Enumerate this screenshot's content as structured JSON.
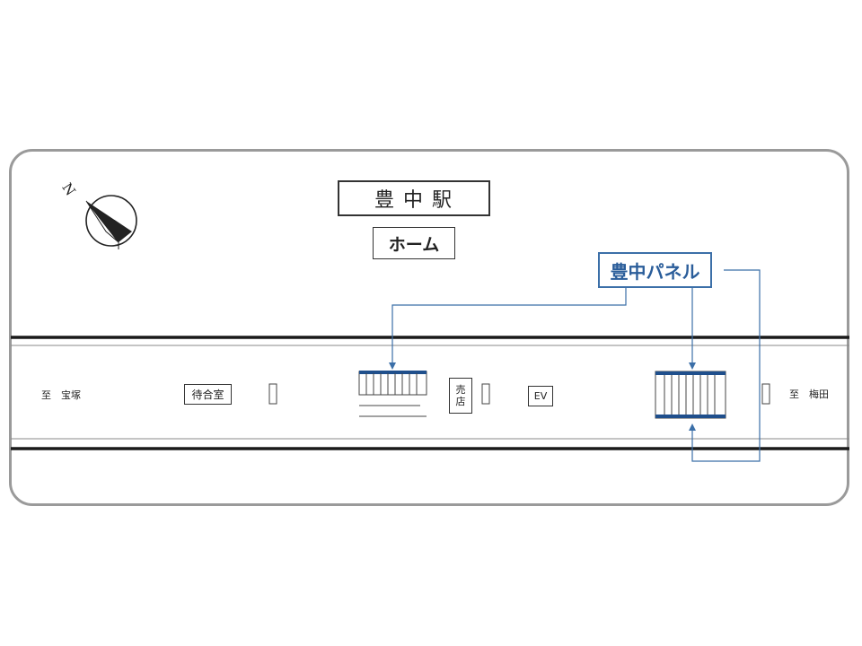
{
  "station": {
    "name": "豊中駅",
    "area": "ホーム"
  },
  "panel": {
    "label": "豊中パネル",
    "color": "#2a5d9a"
  },
  "facilities": {
    "waiting_room": "待合室",
    "kiosk_top": "売",
    "kiosk_bottom": "店",
    "elevator": "EV"
  },
  "directions": {
    "west": "至　宝塚",
    "east": "至　梅田"
  },
  "compass": {
    "north_label": "N"
  },
  "colors": {
    "rail": "#1a1a1a",
    "frame": "#9a9a9a",
    "accent_blue": "#2a5d9a"
  }
}
